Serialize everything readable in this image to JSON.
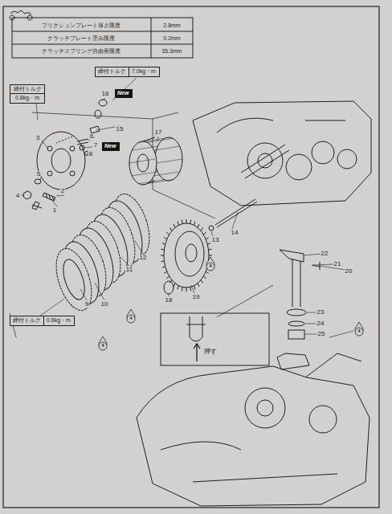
{
  "diagram": {
    "nodes": [
      {
        "text": [
          "締付トルク",
          "7.0kg・m"
        ]
      },
      {
        "text": [
          "締付トルク",
          "0.8kg・m"
        ]
      },
      {
        "text": [
          "New"
        ]
      },
      {
        "text": [
          "New"
        ]
      },
      {
        "text": [
          "締付トルク",
          "0.6kg・m"
        ]
      }
    ],
    "edges": [],
    "labels": [
      "フリクションプレート厚さ限度",
      "2.8mm",
      "クラッチプレート歪み限度",
      "0.2mm",
      "クラッチスプリング自由長限度",
      "35.3mm",
      "1",
      "2",
      "3",
      "4",
      "5",
      "6",
      "7",
      "8",
      "9",
      "10",
      "11",
      "12",
      "13",
      "14",
      "15",
      "16",
      "17",
      "18",
      "19",
      "20",
      "21",
      "22",
      "23",
      "24",
      "25",
      "4",
      "4",
      "4",
      "4",
      "押す"
    ]
  }
}
